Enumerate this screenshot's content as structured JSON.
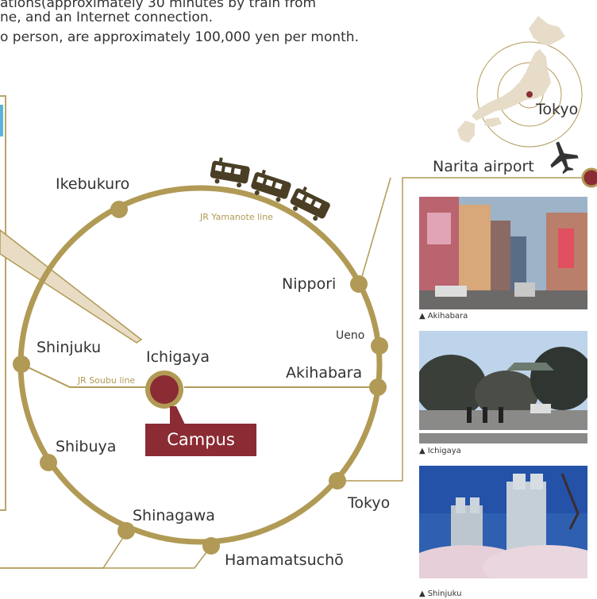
{
  "intro": {
    "line1": "ations(approximately 30 minutes by train from",
    "line2": "ne, and an Internet connection.",
    "line3": "o person, are approximately 100,000 yen per month."
  },
  "lines": {
    "yamanote": "JR Yamanote line",
    "soubu": "JR Soubu line"
  },
  "stations": {
    "ikebukuro": "Ikebukuro",
    "nippori": "Nippori",
    "ueno": "Ueno",
    "akihabara": "Akihabara",
    "tokyo": "Tokyo",
    "hamamatsucho": "Hamamatsuchō",
    "shinagawa": "Shinagawa",
    "shibuya": "Shibuya",
    "shinjuku": "Shinjuku",
    "ichigaya": "Ichigaya"
  },
  "campus_label": "Campus",
  "japan_map": {
    "city": "Tokyo"
  },
  "airport": {
    "label": "Narita airport",
    "icon": "airplane-icon"
  },
  "photos": [
    {
      "caption": "Akihabara"
    },
    {
      "caption": "Ichigaya"
    },
    {
      "caption": "Shinjuku"
    }
  ],
  "colors": {
    "line": "#b19a55",
    "station": "#b19a55",
    "campus": "#8b2b33",
    "text": "#333333",
    "train": "#4a3f25"
  }
}
